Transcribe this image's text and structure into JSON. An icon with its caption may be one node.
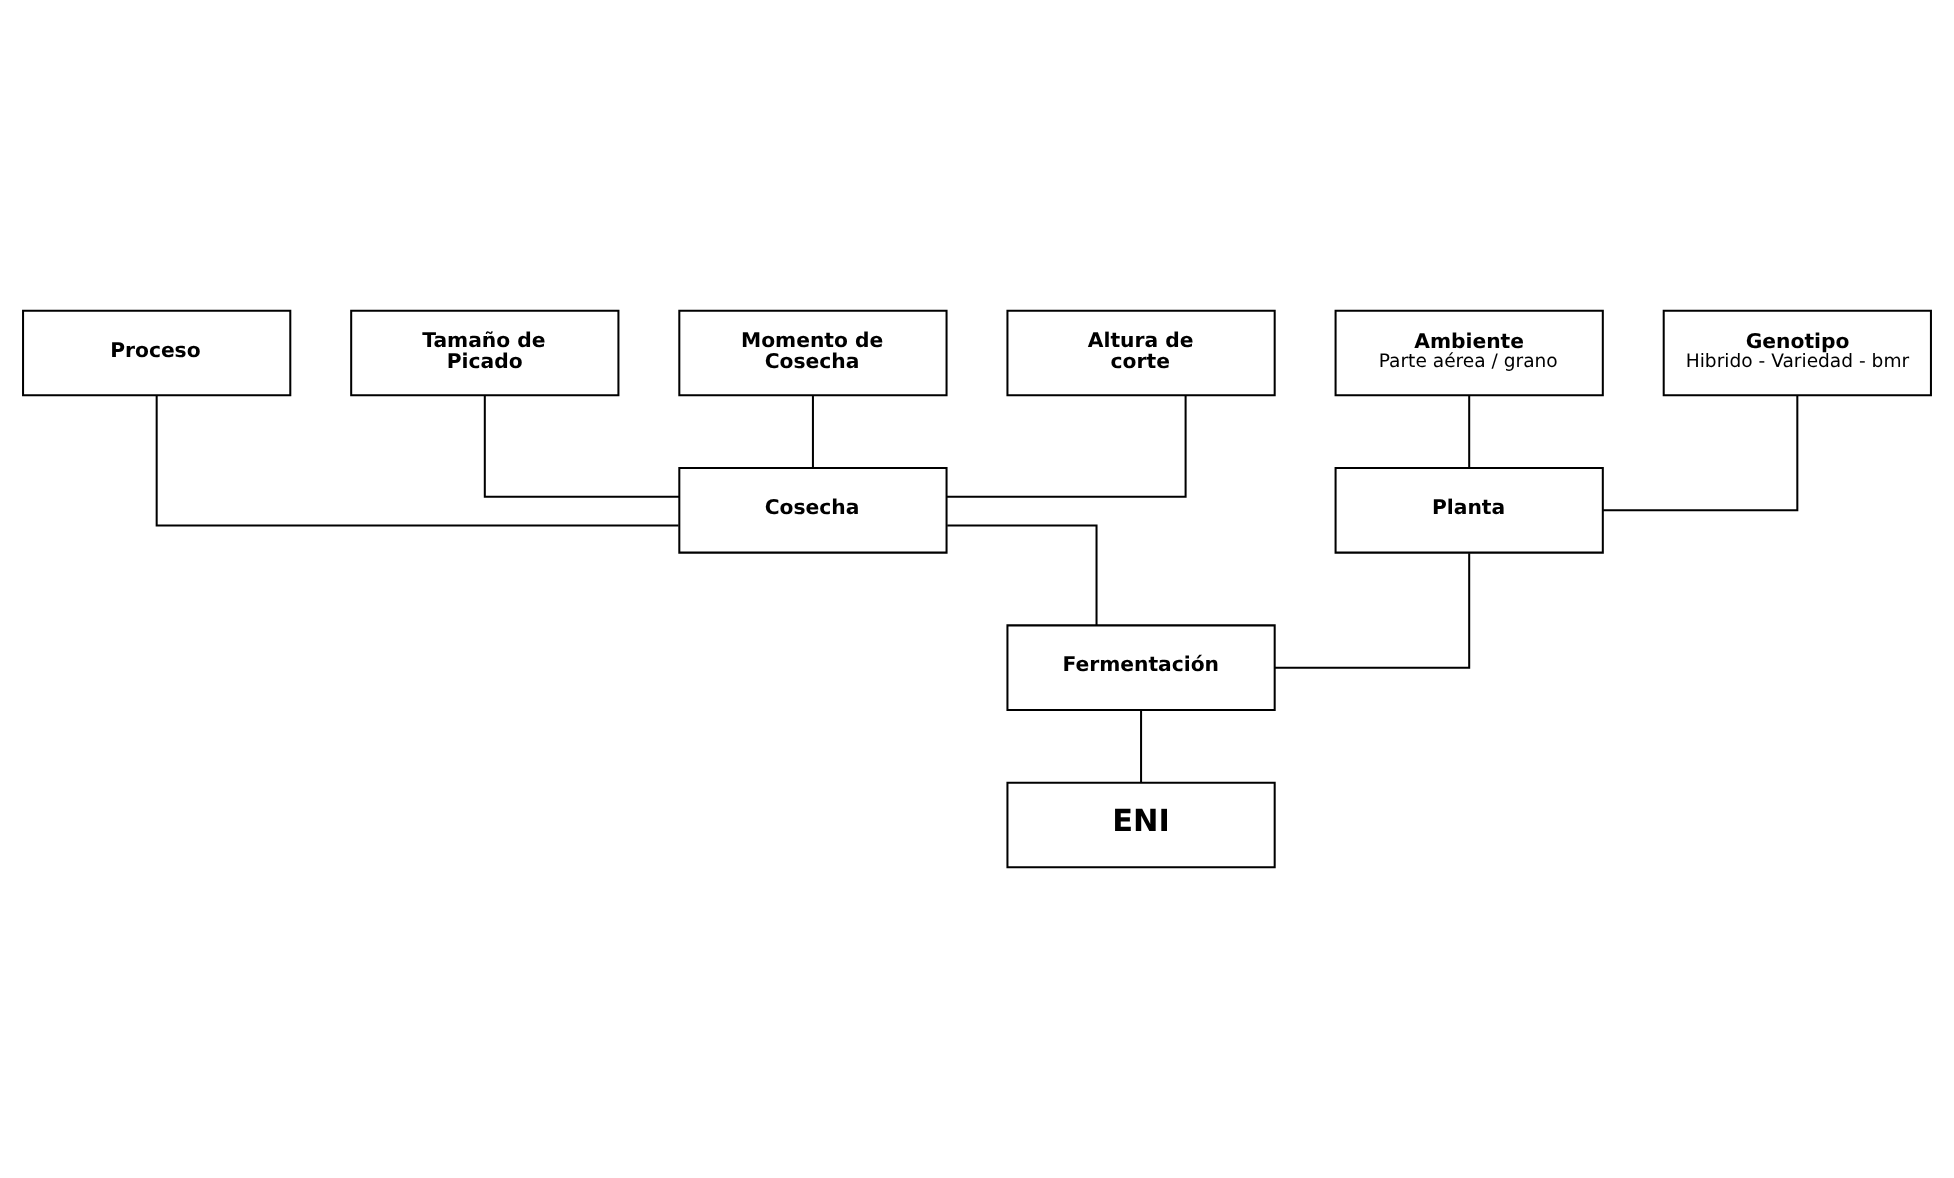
{
  "diagram": {
    "nodes": [
      {
        "text": [
          "Proceso"
        ]
      },
      {
        "text": [
          "Tamaño de Picado"
        ]
      },
      {
        "text": [
          "Ambiente",
          "Parte aérea / grano"
        ]
      },
      {
        "text": [
          "Genotipo",
          "Hibrido - Variedad - bmr"
        ]
      },
      {
        "text": [
          "Momento de Cosecha"
        ]
      },
      {
        "text": [
          "Altura de corte"
        ]
      },
      {
        "text": [
          "Planta"
        ]
      },
      {
        "text": [
          "Cosecha"
        ]
      },
      {
        "text": [
          "Fermentación"
        ]
      },
      {
        "text": [
          "ENI"
        ]
      }
    ],
    "edges": [
      {
        "from": 2,
        "to": 6,
        "arrow": "none"
      },
      {
        "from": 3,
        "to": 6,
        "arrow": "none"
      },
      {
        "from": 0,
        "to": 7,
        "arrow": "none"
      },
      {
        "from": 1,
        "to": 7,
        "arrow": "none"
      },
      {
        "from": 4,
        "to": 7,
        "arrow": "none"
      },
      {
        "from": 5,
        "to": 7,
        "arrow": "none"
      },
      {
        "from": 6,
        "to": 8,
        "arrow": "none"
      },
      {
        "from": 7,
        "to": 8,
        "arrow": "none"
      },
      {
        "from": 8,
        "to": 9,
        "arrow": "none"
      }
    ]
  }
}
